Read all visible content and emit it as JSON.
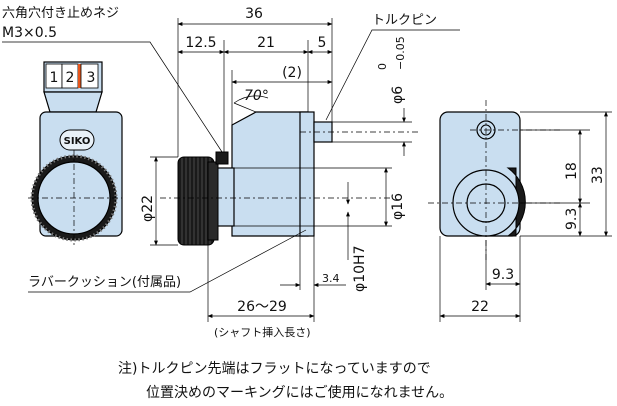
{
  "labels": {
    "screw_title": "六角穴付き止めネジ",
    "screw_size": "M3×0.5",
    "pin_label": "トルクピン",
    "rubber_label": "ラバークッション(付属品)",
    "shaft_len_note": "(シャフト挿入長さ)",
    "note_line1": "注)トルクピン先端はフラットになっていますので",
    "note_line2": "位置決めのマーキングにはご使用になれません。"
  },
  "counter": {
    "digits": [
      "1",
      "2",
      "3"
    ],
    "highlight_color": "#e8561c"
  },
  "dimensions": {
    "overall_length": "36",
    "d_12_5": "12.5",
    "d_21": "21",
    "d_5": "5",
    "d_2": "(2)",
    "angle": "70°",
    "phi6": "φ6",
    "phi6_upper_tol": "0",
    "phi6_lower_tol": "−0.05",
    "phi22": "φ22",
    "phi16": "φ16",
    "phi10h7": "φ10H7",
    "d_3_4": "3.4",
    "shaft_len": "26〜29",
    "h_18": "18",
    "h_33": "33",
    "h_9_3": "9.3",
    "w_9_3": "9.3",
    "w_22": "22"
  },
  "colors": {
    "body_fill": "#c9def0",
    "knob_fill": "#1a1a1a",
    "accent": "#e8561c"
  },
  "brand_logo": "SIKO"
}
